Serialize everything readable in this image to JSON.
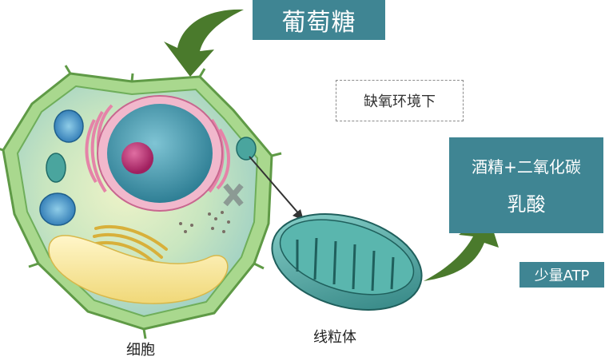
{
  "labels": {
    "glucose": "葡萄糖",
    "condition": "缺氧环境下",
    "product_line1": "酒精+二氧化碳",
    "product_line2": "乳酸",
    "atp": "少量ATP",
    "cell": "细胞",
    "mitochondrion": "线粒体"
  },
  "colors": {
    "label_box": "#3f8593",
    "arrow": "#4a7a2c",
    "cell_wall": "#8cc46a",
    "mitochondrion": "#3d9a95"
  }
}
